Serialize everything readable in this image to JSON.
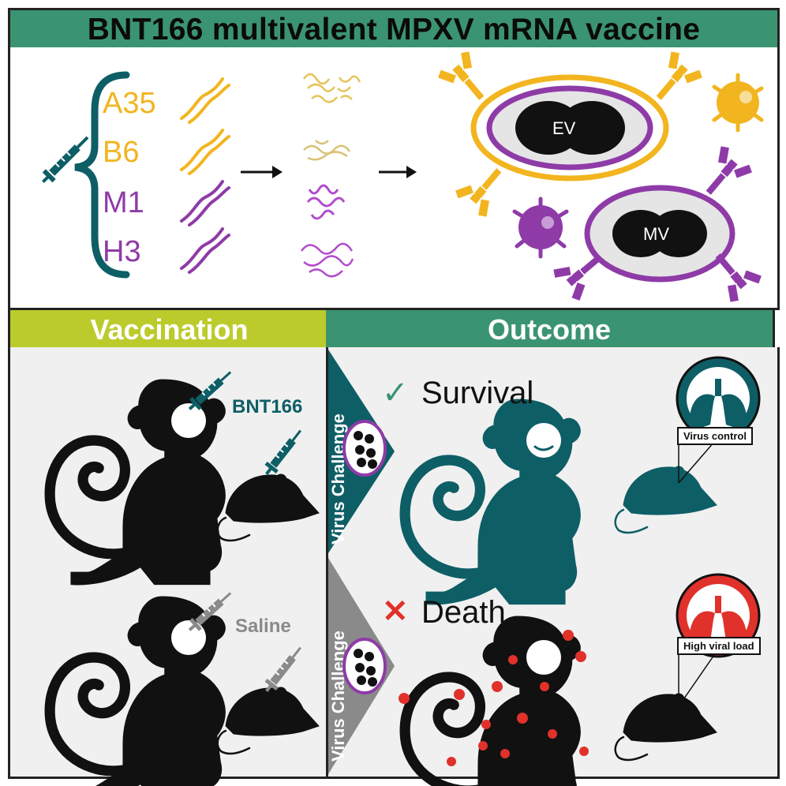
{
  "title": "BNT166 multivalent MPXV mRNA vaccine",
  "antigens": {
    "a35": "A35",
    "b6": "B6",
    "m1": "M1",
    "h3": "H3"
  },
  "virions": {
    "ev": "EV",
    "mv": "MV"
  },
  "headers": {
    "vaccination": "Vaccination",
    "outcome": "Outcome"
  },
  "row_vaccine": {
    "agent": "BNT166",
    "challenge": "Virus Challenge",
    "result": "Survival",
    "result_mark": "✓",
    "lung_label": "Virus control"
  },
  "row_saline": {
    "agent": "Saline",
    "challenge": "Virus Challenge",
    "result": "Death",
    "result_mark": "✕",
    "lung_label": "High viral load"
  },
  "colors": {
    "teal": "#0e5e66",
    "yellow": "#f2b51f",
    "purple": "#8e3ba7",
    "green_header": "#3b9471",
    "lime_header": "#bccb2c",
    "red": "#e0312b",
    "gray": "#8a8a8a"
  }
}
